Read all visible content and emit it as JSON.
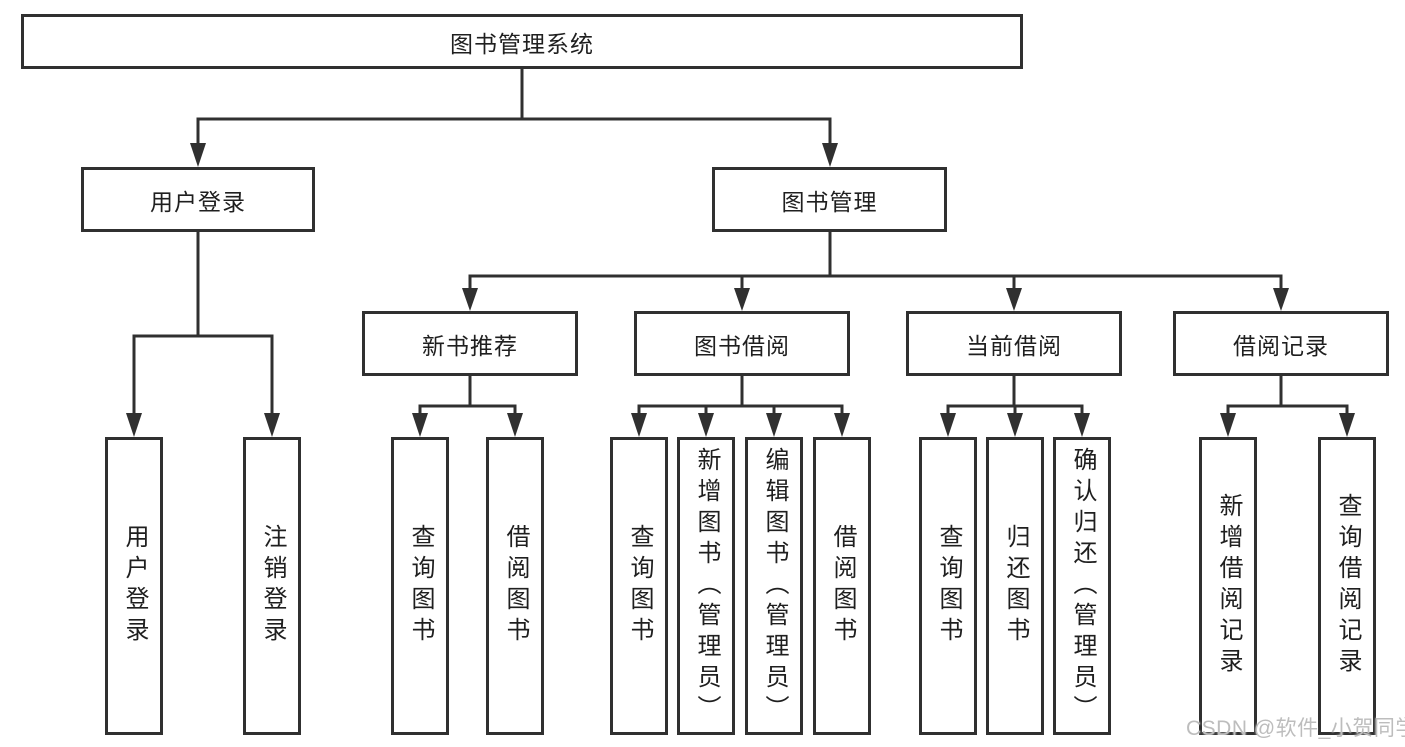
{
  "diagram": {
    "root": {
      "label": "图书管理系统"
    },
    "level2": [
      {
        "id": "user-login",
        "label": "用户登录"
      },
      {
        "id": "book-management",
        "label": "图书管理"
      }
    ],
    "level3": [
      {
        "id": "new-book-recommend",
        "label": "新书推荐"
      },
      {
        "id": "book-borrow",
        "label": "图书借阅"
      },
      {
        "id": "current-borrow",
        "label": "当前借阅"
      },
      {
        "id": "borrow-records",
        "label": "借阅记录"
      }
    ],
    "leaves": [
      {
        "parent": "user-login",
        "label": "用户登录"
      },
      {
        "parent": "user-login",
        "label": "注销登录"
      },
      {
        "parent": "new-book-recommend",
        "label": "查询图书"
      },
      {
        "parent": "new-book-recommend",
        "label": "借阅图书"
      },
      {
        "parent": "book-borrow",
        "label": "查询图书"
      },
      {
        "parent": "book-borrow",
        "label": "新增图书（管理员）"
      },
      {
        "parent": "book-borrow",
        "label": "编辑图书（管理员）"
      },
      {
        "parent": "book-borrow",
        "label": "借阅图书"
      },
      {
        "parent": "current-borrow",
        "label": "查询图书"
      },
      {
        "parent": "current-borrow",
        "label": "归还图书"
      },
      {
        "parent": "current-borrow",
        "label": "确认归还（管理员）"
      },
      {
        "parent": "borrow-records",
        "label": "新增借阅记录"
      },
      {
        "parent": "borrow-records",
        "label": "查询借阅记录"
      }
    ]
  },
  "watermark": "CSDN @软件_小贺同学",
  "colors": {
    "line": "#303030",
    "text": "#1f1f1f",
    "watermark": "#bdbdbd",
    "background": "#ffffff"
  }
}
